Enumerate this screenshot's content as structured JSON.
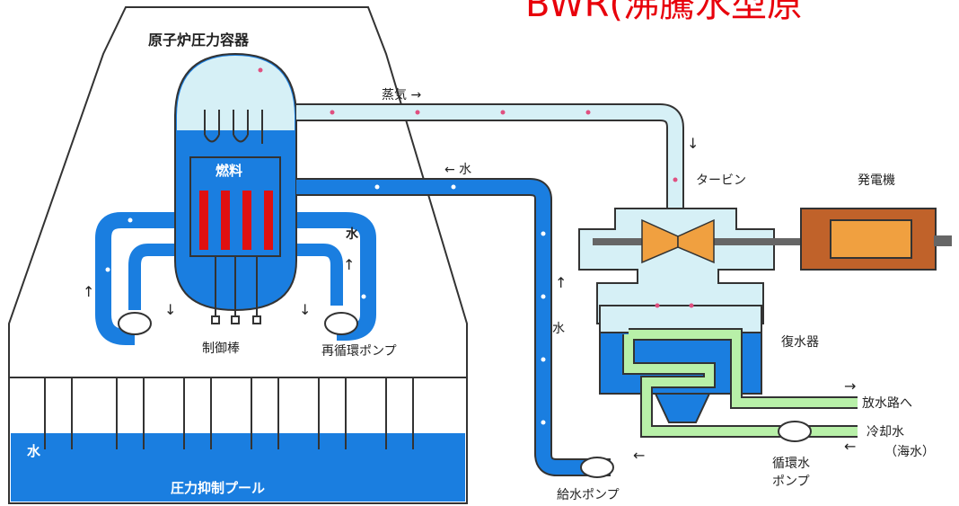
{
  "header": {
    "title": "BWR(沸騰水型原"
  },
  "labels": {
    "vessel": "原子炉圧力容器",
    "steam": "蒸気 →",
    "water_return": "← 水",
    "fuel": "燃料",
    "turbine": "タービン",
    "generator": "発電機",
    "water_in_loop": "水",
    "control_rods": "制御棒",
    "recirc_pump": "再循環ポンプ",
    "pipe_water": "水",
    "condenser": "復水器",
    "discharge": "放水路へ",
    "cooling_water": "冷却水",
    "seawater": "（海水）",
    "circ_pump_line1": "循環水",
    "circ_pump_line2": "ポンプ",
    "feed_pump": "給水ポンプ",
    "pool_water": "水",
    "suppression_pool": "圧力抑制プール"
  },
  "arrows": {
    "down": "↓",
    "up": "↑",
    "right": "→",
    "left": "←"
  },
  "colors": {
    "water": "#1a7ee0",
    "steam": "#d6f0f6",
    "condenser_coil": "#b8f0a8",
    "fuel_rods": "#e01010",
    "generator": "#c0622a",
    "turbine_blade": "#f0a040",
    "title": "#e8000b"
  }
}
